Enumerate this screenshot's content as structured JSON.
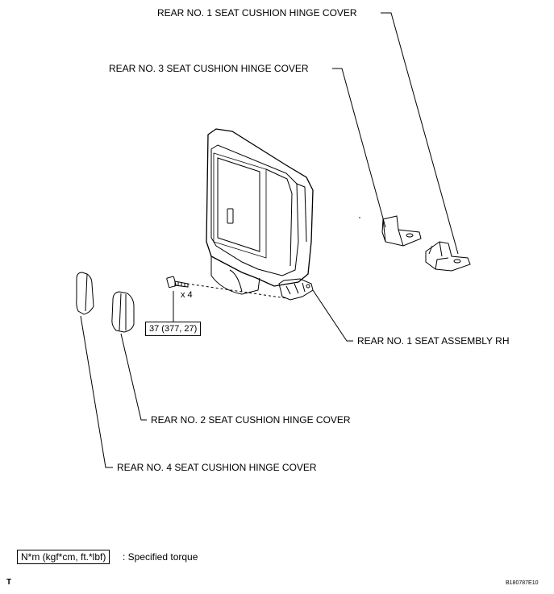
{
  "labels": {
    "cover_no1": "REAR NO. 1 SEAT CUSHION HINGE COVER",
    "cover_no3": "REAR NO. 3 SEAT CUSHION HINGE COVER",
    "seat_assembly": "REAR NO. 1 SEAT ASSEMBLY RH",
    "cover_no2": "REAR NO. 2 SEAT CUSHION HINGE COVER",
    "cover_no4": "REAR NO. 4 SEAT CUSHION HINGE COVER"
  },
  "bolt": {
    "quantity": "x 4",
    "torque": "37 (377, 27)"
  },
  "legend": {
    "unit_box": "N*m (kgf*cm, ft.*lbf)",
    "meaning": ": Specified torque"
  },
  "footer": {
    "left_code": "T",
    "right_code": "B180787E10"
  }
}
